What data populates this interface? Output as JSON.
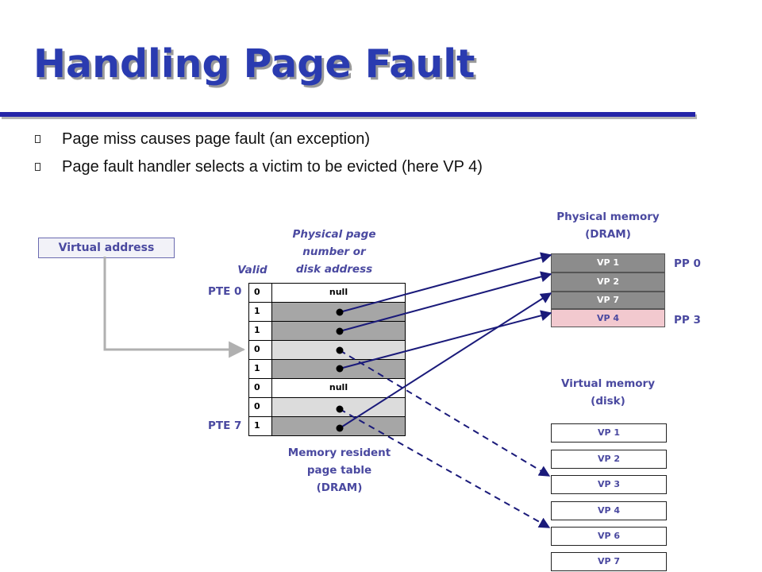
{
  "slide": {
    "title": "Handling Page Fault",
    "bullets": [
      "Page miss causes page fault (an exception)",
      "Page fault handler selects a victim to be evicted (here VP 4)"
    ]
  },
  "diagram": {
    "virtual_address_label": "Virtual address",
    "valid_label": "Valid",
    "ppn_label_lines": [
      "Physical page",
      "number or",
      "disk address"
    ],
    "pte_first_label": "PTE 0",
    "pte_last_label": "PTE 7",
    "page_table_caption_lines": [
      "Memory resident",
      "page table",
      "(DRAM)"
    ],
    "page_table": [
      {
        "valid": "0",
        "content": "null"
      },
      {
        "valid": "1",
        "content": ""
      },
      {
        "valid": "1",
        "content": ""
      },
      {
        "valid": "0",
        "content": ""
      },
      {
        "valid": "1",
        "content": ""
      },
      {
        "valid": "0",
        "content": "null"
      },
      {
        "valid": "0",
        "content": ""
      },
      {
        "valid": "1",
        "content": ""
      }
    ],
    "physical_memory_title_lines": [
      "Physical memory",
      "(DRAM)"
    ],
    "physical_memory": [
      "VP 1",
      "VP 2",
      "VP 7",
      "VP 4"
    ],
    "pp_first_label": "PP 0",
    "pp_last_label": "PP 3",
    "virtual_memory_title_lines": [
      "Virtual memory",
      "(disk)"
    ],
    "virtual_memory": [
      "VP 1",
      "VP 2",
      "VP 3",
      "VP 4",
      "VP 6",
      "VP 7"
    ],
    "colors": {
      "title": "#2a3bb0",
      "label": "#4a49a0",
      "arrow": "#1a1a7a",
      "victim": "#f2c9cf"
    }
  }
}
